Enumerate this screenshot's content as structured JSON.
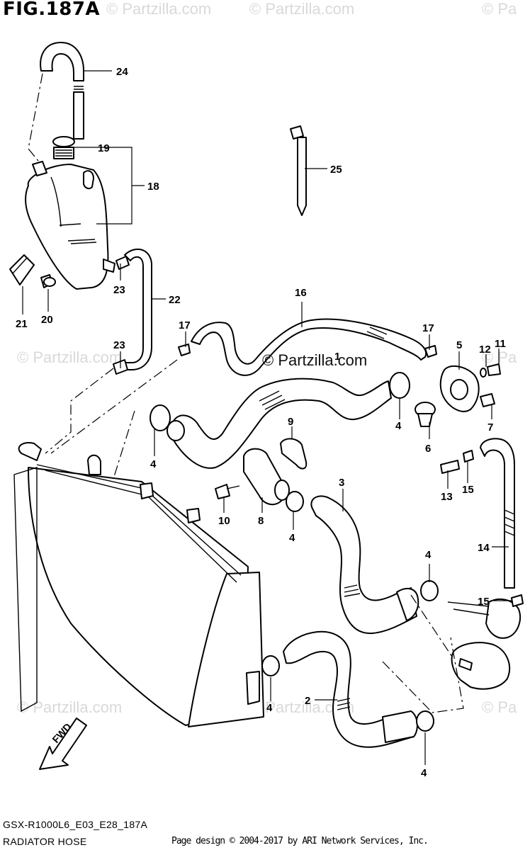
{
  "figure": {
    "title": "FIG.187A",
    "model_code": "GSX-R1000L6_E03_E28_187A",
    "section_name": "RADIATOR HOSE",
    "credit": "Page design © 2004-2017 by ARI Network Services, Inc."
  },
  "watermarks": {
    "center": "© Partzilla.com",
    "faint": "© Partzilla.com",
    "faint_short": "© Pa"
  },
  "callouts": {
    "c1": "1",
    "c2": "2",
    "c3": "3",
    "c4a": "4",
    "c4b": "4",
    "c4c": "4",
    "c4d": "4",
    "c4e": "4",
    "c4f": "4",
    "c5": "5",
    "c6": "6",
    "c7": "7",
    "c8": "8",
    "c9": "9",
    "c10": "10",
    "c11": "11",
    "c12": "12",
    "c13": "13",
    "c14": "14",
    "c15a": "15",
    "c15b": "15",
    "c16": "16",
    "c17a": "17",
    "c17b": "17",
    "c18": "18",
    "c19": "19",
    "c20": "20",
    "c21": "21",
    "c22": "22",
    "c23a": "23",
    "c23b": "23",
    "c24": "24",
    "c25": "25"
  },
  "fwd_label": "FWD"
}
